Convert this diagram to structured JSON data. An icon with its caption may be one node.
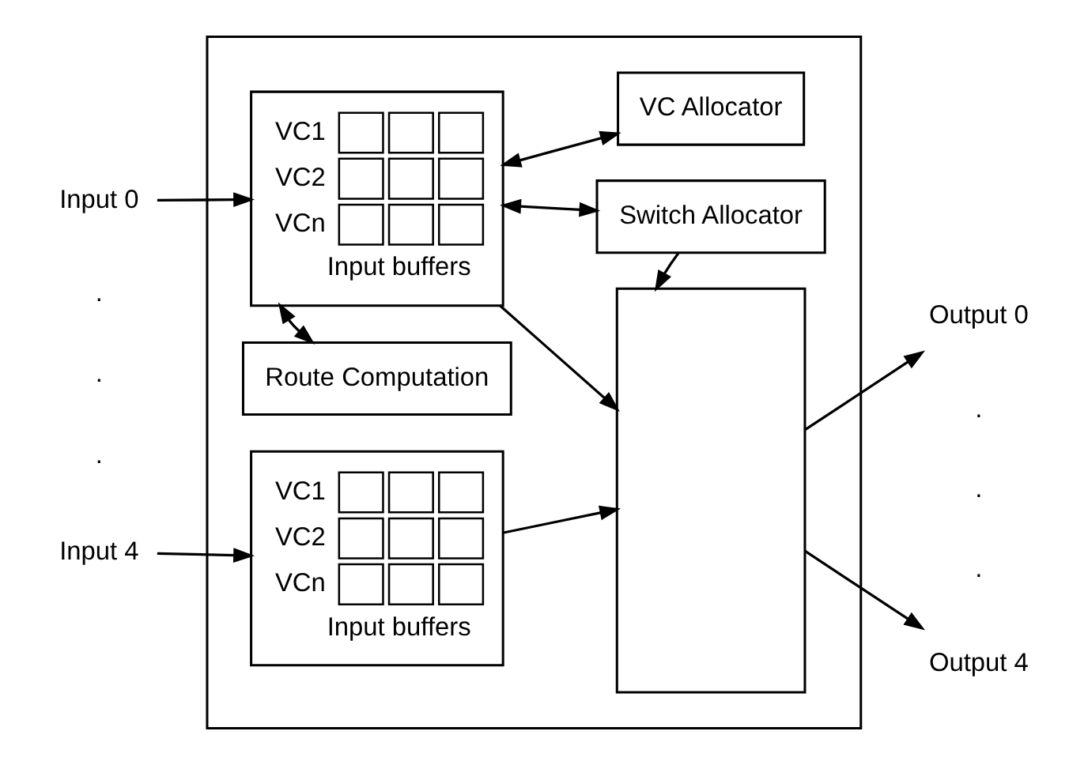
{
  "diagram": {
    "nodes": [
      {
        "text": [],
        "shape": "box"
      },
      {
        "text": [
          "Route Computation"
        ],
        "in": 0
      },
      {
        "text": [
          "VC Allocator"
        ],
        "in": 0
      },
      {
        "text": [
          "Switch Allocator"
        ],
        "in": 0
      },
      {
        "text": [
          "VC1",
          "VC2",
          "VCn",
          "Input buffers"
        ],
        "in": 0
      },
      {
        "text": [
          "VC1",
          "VC2",
          "VCn",
          "Input buffers"
        ],
        "in": 0
      },
      {
        "text": [],
        "shape": "box",
        "in": 0
      },
      {
        "text": [
          "Input 0"
        ]
      },
      {
        "text": [
          "Input 4"
        ]
      },
      {
        "text": [
          "Output 0"
        ]
      },
      {
        "text": [
          "Output 4"
        ]
      }
    ],
    "edges": [
      {
        "from": 1,
        "to": 4,
        "arrow": "both"
      },
      {
        "from": 4,
        "to": 2,
        "arrow": "both"
      },
      {
        "from": 4,
        "to": 3,
        "arrow": "both"
      },
      {
        "from": 3,
        "to": 6,
        "arrow": "to"
      },
      {
        "from": 7,
        "to": 4,
        "arrow": "to"
      },
      {
        "from": 8,
        "to": 5,
        "arrow": "to"
      },
      {
        "from": 4,
        "to": 6,
        "arrow": "to"
      },
      {
        "from": 5,
        "to": 6,
        "arrow": "to"
      },
      {
        "from": 6,
        "to": 9,
        "arrow": "to"
      },
      {
        "from": 6,
        "to": 10,
        "arrow": "to"
      }
    ],
    "labels": [
      ".",
      ".",
      ".",
      ".",
      ".",
      "."
    ]
  }
}
